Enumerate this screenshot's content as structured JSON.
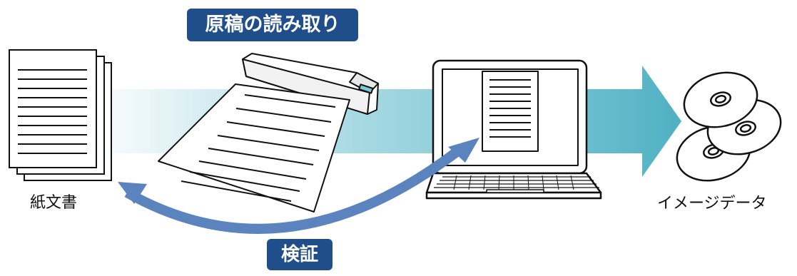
{
  "labels": {
    "scan_title": "原稿の読み取り",
    "paper_docs": "紙文書",
    "image_data": "イメージデータ",
    "verify": "検証"
  },
  "colors": {
    "flow_arrow": "#5ab8c9",
    "badge": "#1f4e8a",
    "return_arrow": "#5b84be"
  },
  "icons": [
    "paper-stack-icon",
    "scanner-icon",
    "laptop-icon",
    "disc-stack-icon"
  ]
}
